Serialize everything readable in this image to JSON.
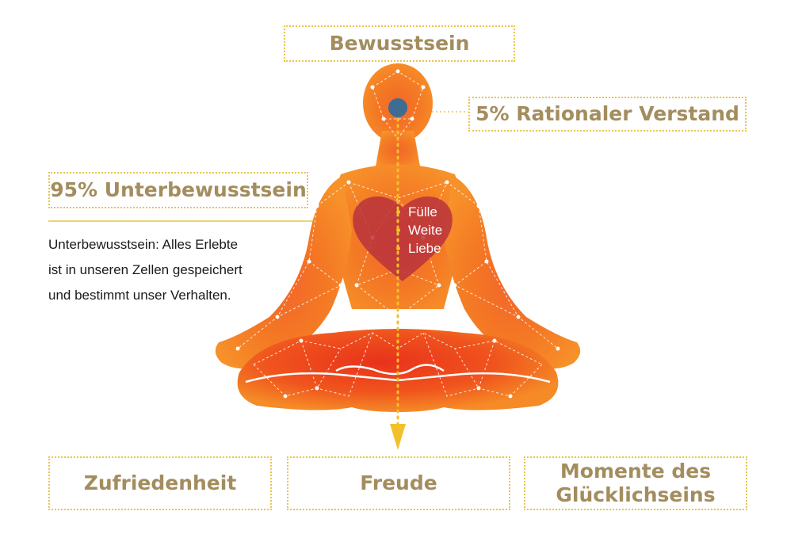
{
  "labels": {
    "bewusstsein": "Bewusstsein",
    "rational": "5% Rationaler Verstand",
    "unterbewusstsein": "95% Unterbewusstsein",
    "zufriedenheit": "Zufriedenheit",
    "freude": "Freude",
    "momente_line1": "Momente des",
    "momente_line2": "Glücklichseins"
  },
  "description": [
    "Unterbewusstsein: Alles Erlebte",
    "ist in unseren Zellen gespeichert",
    "und bestimmt unser Verhalten."
  ],
  "heart_items": [
    "Fülle",
    "Weite",
    "Liebe"
  ],
  "colors": {
    "label_text": "#a38d5e",
    "border_dotted": "#e8c64a",
    "figure_orange": "#f26a1b",
    "figure_red": "#e8391a",
    "heart": "#b8323c",
    "crown": "#3f6c93",
    "arrow": "#f2c12a"
  },
  "icons": {
    "figure": "meditating-person-figure",
    "heart": "heart-shape",
    "crown": "crown-chakra-dot",
    "arrow": "down-arrow"
  }
}
